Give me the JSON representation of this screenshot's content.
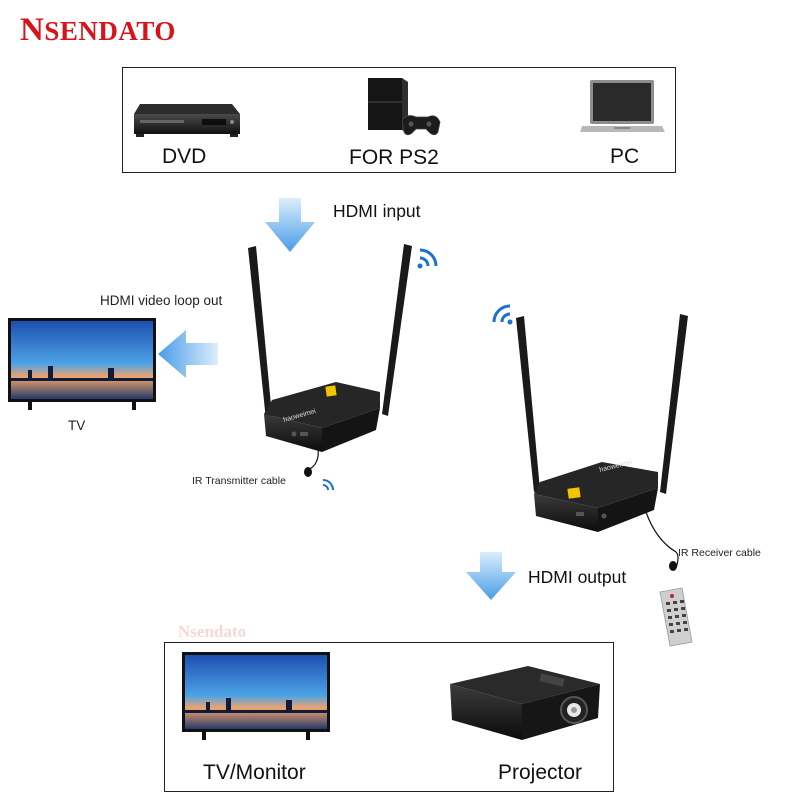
{
  "brand": {
    "first": "N",
    "rest": "SENDATO",
    "color": "#d7141a"
  },
  "sources": {
    "items": [
      {
        "label": "DVD",
        "icon": "dvd-player-icon"
      },
      {
        "label": "FOR PS2",
        "icon": "game-console-icon"
      },
      {
        "label": "PC",
        "icon": "laptop-icon"
      }
    ]
  },
  "flow": {
    "hdmi_input": "HDMI input",
    "loop_out": "HDMI video loop out",
    "tv": "TV",
    "ir_tx": "IR Transmitter cable",
    "ir_rx": "IR Receiver cable",
    "hdmi_output": "HDMI output"
  },
  "transmitter": {
    "brand_text": "haoweimei"
  },
  "receiver": {
    "brand_text": "haoweimei"
  },
  "watermark": "Nsendato",
  "outputs": {
    "items": [
      {
        "label": "TV/Monitor",
        "icon": "tv-monitor-icon"
      },
      {
        "label": "Projector",
        "icon": "projector-icon"
      }
    ]
  },
  "colors": {
    "arrow": "#5fa8ee",
    "device": "#1c1c1c",
    "accent": "#f5c400"
  }
}
